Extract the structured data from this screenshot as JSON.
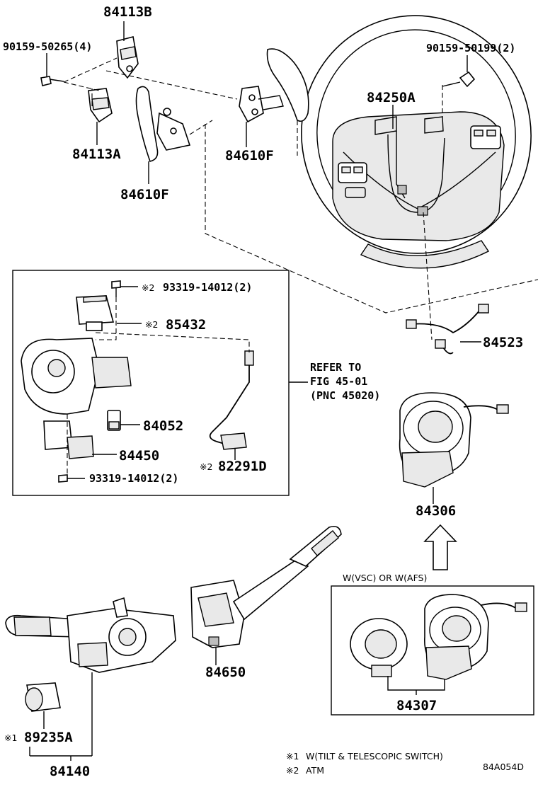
{
  "diagram": {
    "labels": {
      "p84113B": "84113B",
      "p90159_50265": "90159-50265(4)",
      "p90159_50199": "90159-50199(2)",
      "p84250A": "84250A",
      "p84113A": "84113A",
      "p84610F_left": "84610F",
      "p84610F_right": "84610F",
      "p93319_top": "93319-14012(2)",
      "p85432": "85432",
      "p84523": "84523",
      "refer_line1": "REFER TO",
      "refer_line2": "FIG 45-01",
      "refer_line3": "(PNC 45020)",
      "p84052": "84052",
      "p84450": "84450",
      "p82291D": "82291D",
      "p93319_bottom": "93319-14012(2)",
      "p84306": "84306",
      "p84650": "84650",
      "p84307": "84307",
      "p89235A": "89235A",
      "p84140": "84140",
      "vsc_afs": "W(VSC) OR W(AFS)"
    },
    "marks": {
      "note1": "※1",
      "note2": "※2"
    },
    "footnotes": {
      "note1_mark": "※1",
      "note1_text": "W(TILT & TELESCOPIC SWITCH)",
      "note2_mark": "※2",
      "note2_text": "ATM"
    },
    "code": "84A054D"
  }
}
